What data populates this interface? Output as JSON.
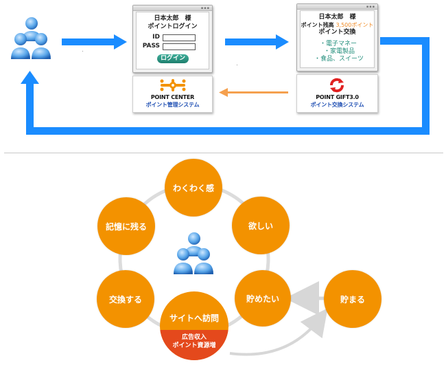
{
  "flow": {
    "login_window": {
      "user_name": "日本太郎　様",
      "title": "ポイントログイン",
      "id_label": "ID",
      "pass_label": "PASS",
      "login_button": "ログイン"
    },
    "gift_window": {
      "user_name": "日本太郎　様",
      "balance_label": "ポイント残高",
      "balance_value": "3,500ポイント",
      "title": "ポイント交換",
      "items": [
        "・電子マネー",
        "・家電製品",
        "・食品、スイーツ"
      ]
    },
    "point_center_logo": {
      "title": "POINT CENTER",
      "subtitle": "ポイント管理システム",
      "icon": "gear-network-icon"
    },
    "point_gift_logo": {
      "title": "POINT GIFT3.0",
      "subtitle": "ポイント交換システム",
      "icon": "refresh-arrows-icon"
    },
    "colors": {
      "blue_arrow": "#1a8cff",
      "orange_arrow": "#f5a04e",
      "accent_orange": "#f39200",
      "balance_orange": "#f08a24"
    }
  },
  "cycle": {
    "nodes": {
      "wakuwaku": "わくわく感",
      "hoshii": "欲しい",
      "tametai": "貯めたい",
      "kioku": "記憶に残る",
      "koukan": "交換する",
      "tameru": "貯まる"
    },
    "visit": {
      "label": "サイトへ訪問",
      "sub_line1": "広告収入",
      "sub_line2": "ポイント資源増"
    },
    "colors": {
      "node": "#f39200",
      "visit_lower": "#e4491c",
      "ring": "#dcdcdc",
      "arrow": "#d7d7d7"
    }
  }
}
